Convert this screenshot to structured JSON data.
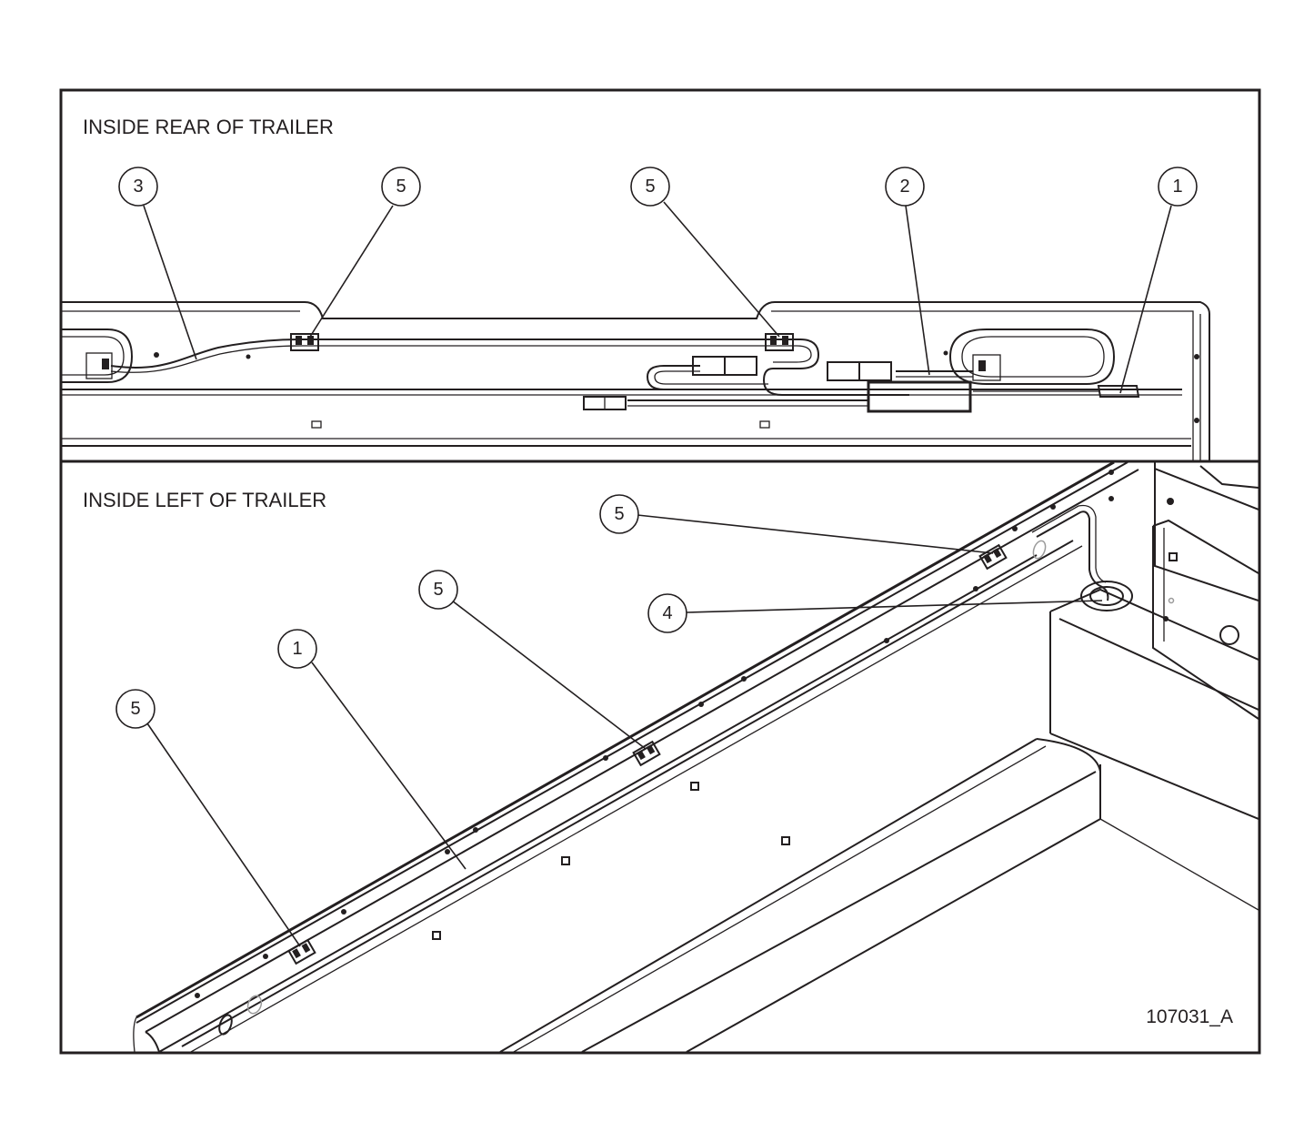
{
  "panels": {
    "rear": {
      "title": "INSIDE REAR OF TRAILER"
    },
    "left": {
      "title": "INSIDE LEFT OF TRAILER"
    }
  },
  "callouts": {
    "rear": [
      {
        "id": "rear-3",
        "label": "3"
      },
      {
        "id": "rear-5a",
        "label": "5"
      },
      {
        "id": "rear-5b",
        "label": "5"
      },
      {
        "id": "rear-2",
        "label": "2"
      },
      {
        "id": "rear-1",
        "label": "1"
      }
    ],
    "left": [
      {
        "id": "left-5a",
        "label": "5"
      },
      {
        "id": "left-4",
        "label": "4"
      },
      {
        "id": "left-5b",
        "label": "5"
      },
      {
        "id": "left-1",
        "label": "1"
      },
      {
        "id": "left-5c",
        "label": "5"
      }
    ]
  },
  "drawing_id": "107031_A",
  "colors": {
    "line": "#231f20",
    "background": "#ffffff",
    "accent_gray": "#9a9a9a"
  }
}
